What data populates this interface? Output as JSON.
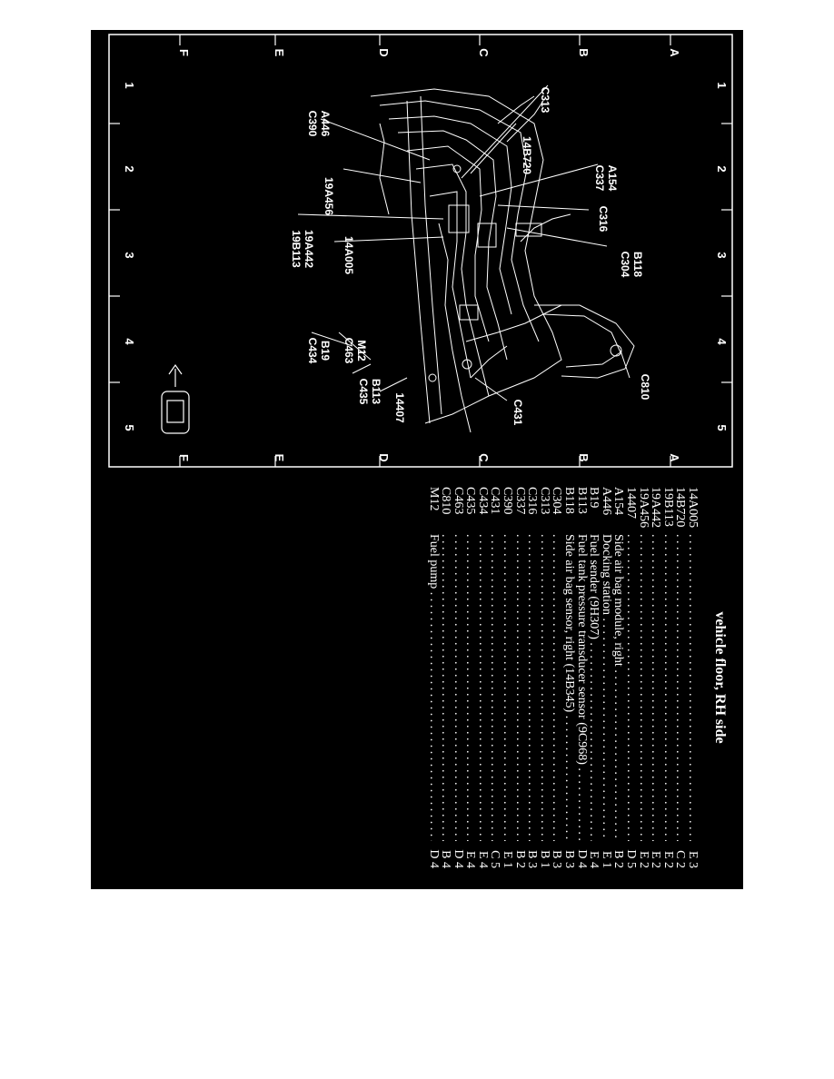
{
  "diagram": {
    "grid_rows": [
      "A",
      "B",
      "C",
      "D",
      "E",
      "F"
    ],
    "grid_cols": [
      "1",
      "2",
      "3",
      "4",
      "5"
    ],
    "callouts": [
      "C313",
      "14B720",
      "A154",
      "C337",
      "C316",
      "B118",
      "C304",
      "C810",
      "C431",
      "14407",
      "B113",
      "C435",
      "M12",
      "C463",
      "B19",
      "C434",
      "14A005",
      "19A442",
      "19B113",
      "19A456",
      "A446",
      "C390"
    ]
  },
  "legend": {
    "title": "vehicle floor, RH side",
    "rows": [
      {
        "code": "14A005",
        "desc": "",
        "loc": "E 3"
      },
      {
        "code": "14B720",
        "desc": "",
        "loc": "C 2"
      },
      {
        "code": "19B113",
        "desc": "",
        "loc": "E 2"
      },
      {
        "code": "19A442",
        "desc": "",
        "loc": "E 2"
      },
      {
        "code": "19A456",
        "desc": "",
        "loc": "E 2"
      },
      {
        "code": "14407",
        "desc": "",
        "loc": "D 5"
      },
      {
        "code": "A154",
        "desc": "Side air bag module, right",
        "loc": "B 2"
      },
      {
        "code": "A446",
        "desc": "Docking station",
        "loc": "E 1"
      },
      {
        "code": "B19",
        "desc": "Fuel sender (9H307)",
        "loc": "E 4"
      },
      {
        "code": "B113",
        "desc": "Fuel tank pressure transducer sensor (9C968)",
        "loc": "D 4"
      },
      {
        "code": "B118",
        "desc": "Side air bag sensor, right (14B345)",
        "loc": "B 3"
      },
      {
        "code": "C304",
        "desc": "",
        "loc": "B 3"
      },
      {
        "code": "C313",
        "desc": "",
        "loc": "B 1"
      },
      {
        "code": "C316",
        "desc": "",
        "loc": "B 3"
      },
      {
        "code": "C337",
        "desc": "",
        "loc": "B 2"
      },
      {
        "code": "C390",
        "desc": "",
        "loc": "E 1"
      },
      {
        "code": "C431",
        "desc": "",
        "loc": "C 5"
      },
      {
        "code": "C434",
        "desc": "",
        "loc": "E 4"
      },
      {
        "code": "C435",
        "desc": "",
        "loc": "E 4"
      },
      {
        "code": "C463",
        "desc": "",
        "loc": "D 4"
      },
      {
        "code": "C810",
        "desc": "",
        "loc": "B 4"
      },
      {
        "code": "M12",
        "desc": "Fuel pump",
        "loc": "D 4"
      }
    ]
  },
  "colors": {
    "background": "#000000",
    "foreground": "#ffffff",
    "page": "#ffffff"
  }
}
